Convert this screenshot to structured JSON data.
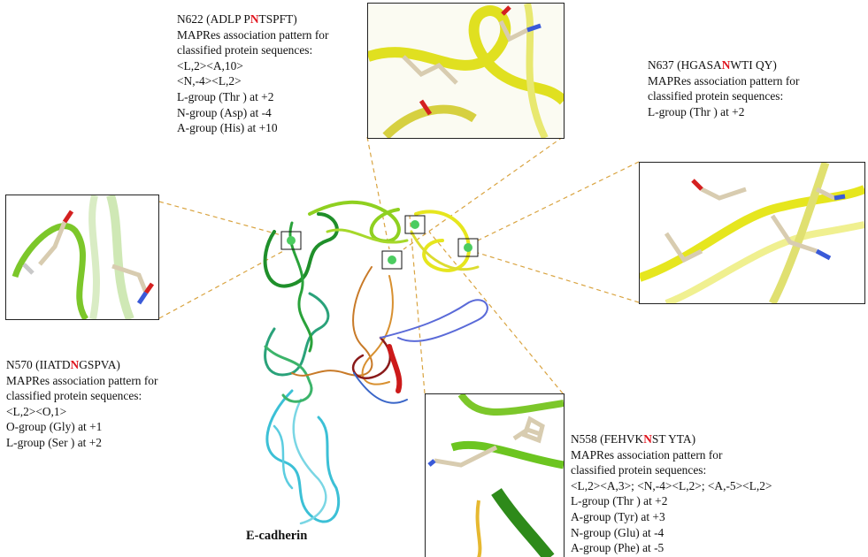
{
  "protein_label": "E-cadherin",
  "sites": {
    "n622": {
      "site": "N622",
      "seq_pre": "ADLP P",
      "residue": "N",
      "seq_post": "TSPFT",
      "lines": [
        "MAPRes association pattern for",
        "classified protein sequences:",
        "<L,2><A,10>",
        "<N,-4><L,2>",
        "L-group  (Thr )  at +2",
        "N-group  (Asp)  at  -4",
        "A-group  (His)  at +10"
      ]
    },
    "n637": {
      "site": "N637",
      "seq_pre": "HGASA",
      "residue": "N",
      "seq_post": "WTI  QY",
      "lines": [
        "MAPRes association pattern for",
        "classified protein sequences:",
        "L-group  (Thr )  at +2"
      ]
    },
    "n570": {
      "site": "N570",
      "seq_pre": "IIATD",
      "residue": "N",
      "seq_post": "GSPVA",
      "lines": [
        "MAPRes association pattern for",
        "classified protein sequences:",
        "<L,2><O,1>",
        "O-group (Gly)  at +1",
        "L-group (Ser )  at +2"
      ]
    },
    "n558": {
      "site": "N558",
      "seq_pre": "FEHVK",
      "residue": "N",
      "seq_post": "ST YTA",
      "lines": [
        "MAPRes association pattern for",
        "classified protein sequences:",
        "<L,2><A,3>;  <N,-4><L,2>;  <A,-5><L,2>",
        "L-group  (Thr )  at +2",
        "A-group  (Tyr)  at +3",
        "N-group  (Glu)  at -4",
        "A-group  (Phe)  at -5"
      ]
    }
  },
  "colors": {
    "highlight_residue": "#e0141e",
    "leader_line": "#d9a441",
    "ribbon_yellow": "#e6e61e",
    "ribbon_green": "#6cc520",
    "ribbon_cyan": "#3cc0d6",
    "ribbon_red": "#cc1a1a",
    "ribbon_blue": "#5a6ad8"
  }
}
